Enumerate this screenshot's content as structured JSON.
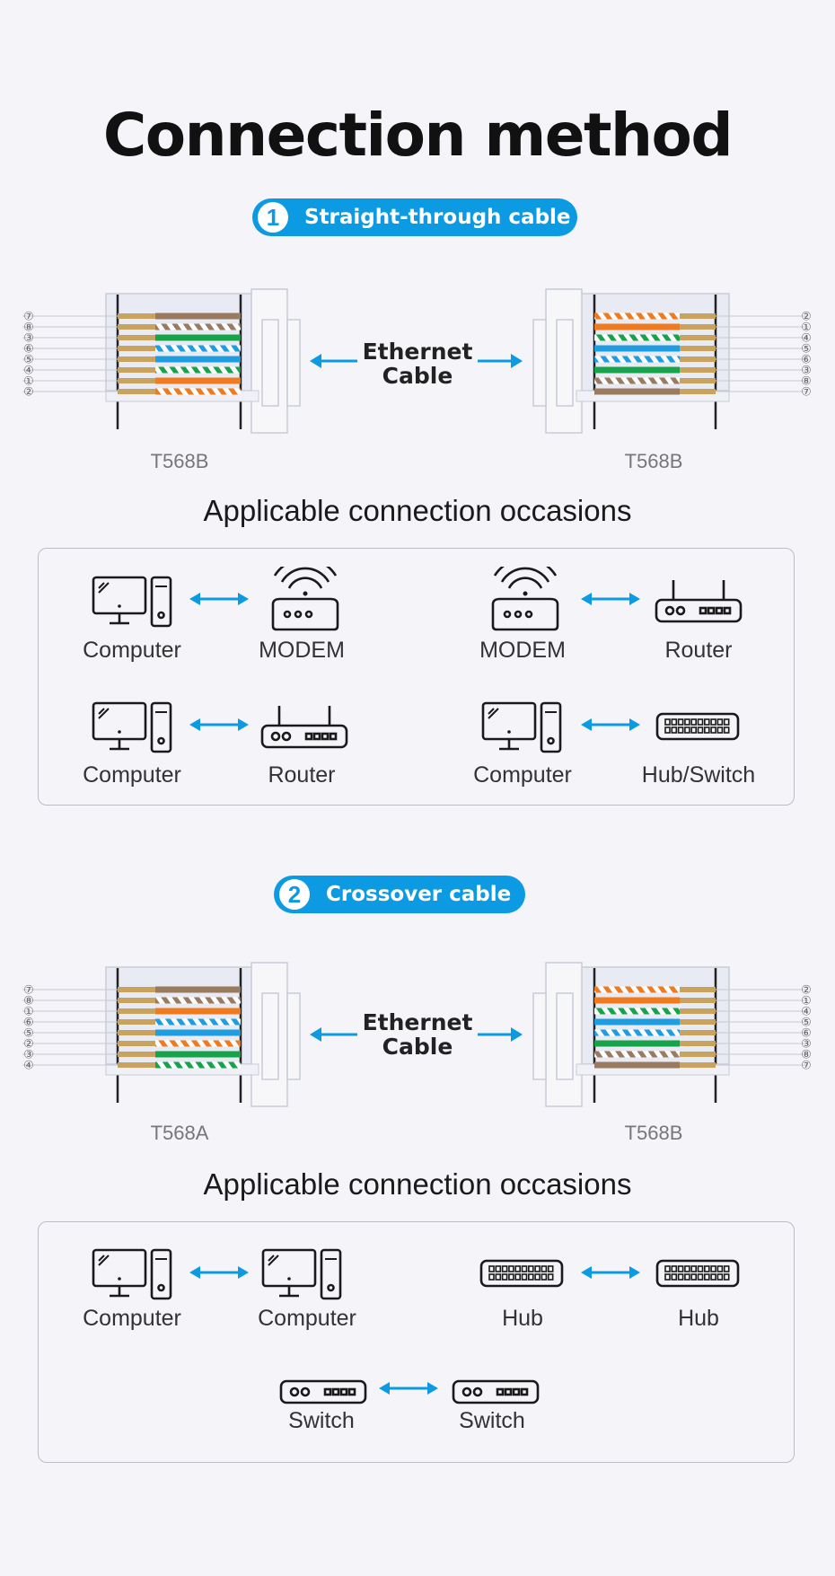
{
  "title": "Connection method",
  "sections": [
    {
      "number": "1",
      "label": "Straight-through cable",
      "cable_label_line1": "Ethernet",
      "cable_label_line2": "Cable",
      "left_standard": "T568B",
      "right_standard": "T568B",
      "left_pins": [
        "⑦",
        "⑧",
        "③",
        "⑥",
        "⑤",
        "④",
        "①",
        "②"
      ],
      "right_pins": [
        "②",
        "①",
        "④",
        "⑤",
        "⑥",
        "③",
        "⑧",
        "⑦"
      ],
      "occasions_title": "Applicable connection occasions",
      "pairs": [
        {
          "a": "Computer",
          "b": "MODEM"
        },
        {
          "a": "MODEM",
          "b": "Router"
        },
        {
          "a": "Computer",
          "b": "Router"
        },
        {
          "a": "Computer",
          "b": "Hub/Switch"
        }
      ]
    },
    {
      "number": "2",
      "label": "Crossover cable",
      "cable_label_line1": "Ethernet",
      "cable_label_line2": "Cable",
      "left_standard": "T568A",
      "right_standard": "T568B",
      "left_pins": [
        "⑦",
        "⑧",
        "①",
        "⑥",
        "⑤",
        "②",
        "③",
        "④"
      ],
      "right_pins": [
        "②",
        "①",
        "④",
        "⑤",
        "⑥",
        "③",
        "⑧",
        "⑦"
      ],
      "occasions_title": "Applicable connection occasions",
      "pairs": [
        {
          "a": "Computer",
          "b": "Computer"
        },
        {
          "a": "Hub",
          "b": "Hub"
        },
        {
          "a": "Switch",
          "b": "Switch"
        }
      ]
    }
  ],
  "colors": {
    "accent": "#0c9be3",
    "wire_brown": "#9a7b5f",
    "wire_green": "#17a34a",
    "wire_blue": "#1e9ee0",
    "wire_orange": "#f07a1e",
    "pin_gold": "#c9a35e"
  }
}
